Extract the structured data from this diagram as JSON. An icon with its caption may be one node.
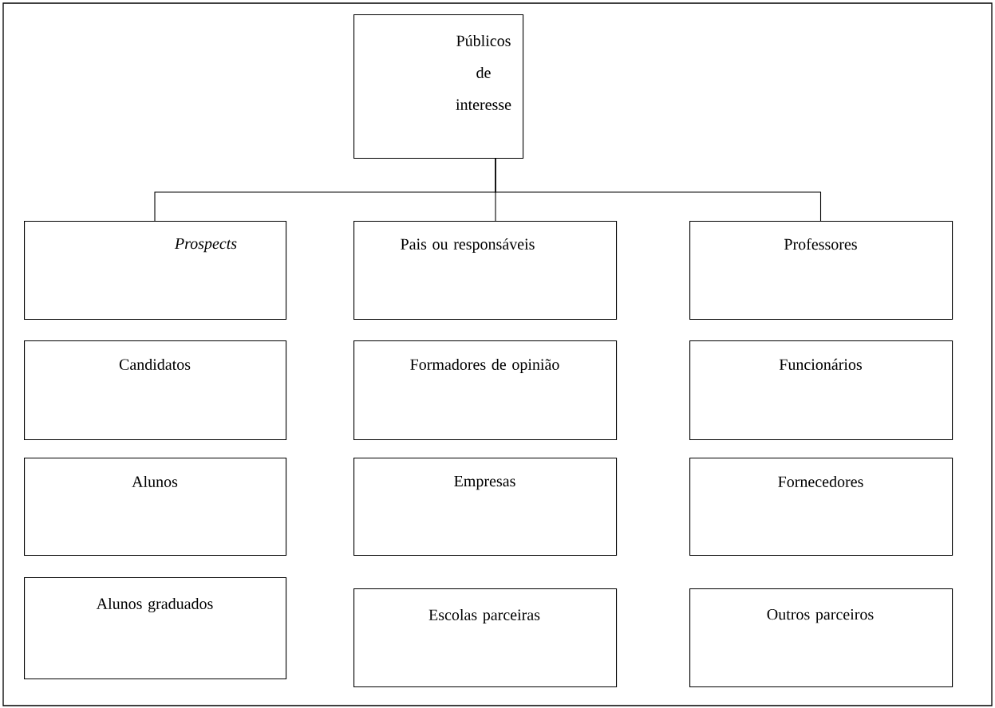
{
  "diagram": {
    "nodes": [
      {
        "text": [
          "Públicos de interesse"
        ]
      },
      {
        "text": [
          "Prospects"
        ]
      },
      {
        "text": [
          "Pais ou responsáveis"
        ]
      },
      {
        "text": [
          "Professores"
        ]
      },
      {
        "text": [
          "Candidatos"
        ]
      },
      {
        "text": [
          "Formadores de opinião"
        ]
      },
      {
        "text": [
          "Funcionários"
        ]
      },
      {
        "text": [
          "Alunos"
        ]
      },
      {
        "text": [
          "Empresas"
        ]
      },
      {
        "text": [
          "Fornecedores"
        ]
      },
      {
        "text": [
          "Alunos graduados"
        ]
      },
      {
        "text": [
          "Escolas parceiras"
        ]
      },
      {
        "text": [
          "Outros parceiros"
        ]
      }
    ],
    "edges": [
      {
        "from": 0,
        "to": 1,
        "arrow": "none"
      },
      {
        "from": 0,
        "to": 2,
        "arrow": "none"
      },
      {
        "from": 0,
        "to": 3,
        "arrow": "none"
      }
    ]
  }
}
